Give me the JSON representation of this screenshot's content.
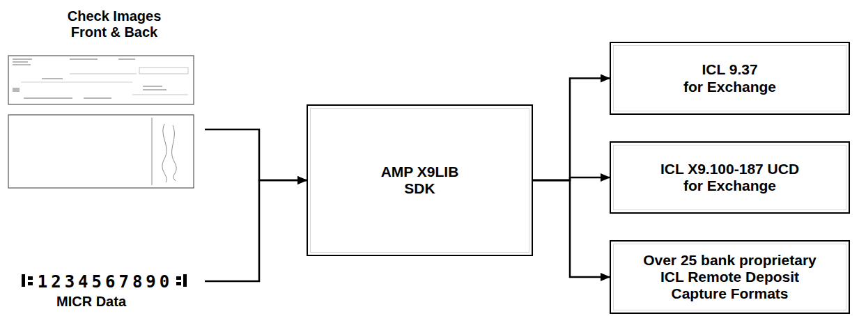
{
  "diagram": {
    "nodes": [
      {
        "text": [
          "Check Images Front & Back"
        ]
      },
      {
        "text": [
          "1234567890",
          "MICR Data"
        ]
      },
      {
        "text": [
          "AMP X9LIB SDK"
        ]
      },
      {
        "text": [
          "ICL 9.37 for Exchange"
        ]
      },
      {
        "text": [
          "ICL X9.100-187 UCD for Exchange"
        ]
      },
      {
        "text": [
          "Over 25 bank proprietary ICL Remote Deposit Capture Formats"
        ]
      }
    ],
    "edges": [
      {
        "from": 0,
        "to": 2,
        "arrow": "to"
      },
      {
        "from": 1,
        "to": 2,
        "arrow": "to"
      },
      {
        "from": 2,
        "to": 3,
        "arrow": "to"
      },
      {
        "from": 2,
        "to": 4,
        "arrow": "to"
      },
      {
        "from": 2,
        "to": 5,
        "arrow": "to"
      }
    ]
  }
}
